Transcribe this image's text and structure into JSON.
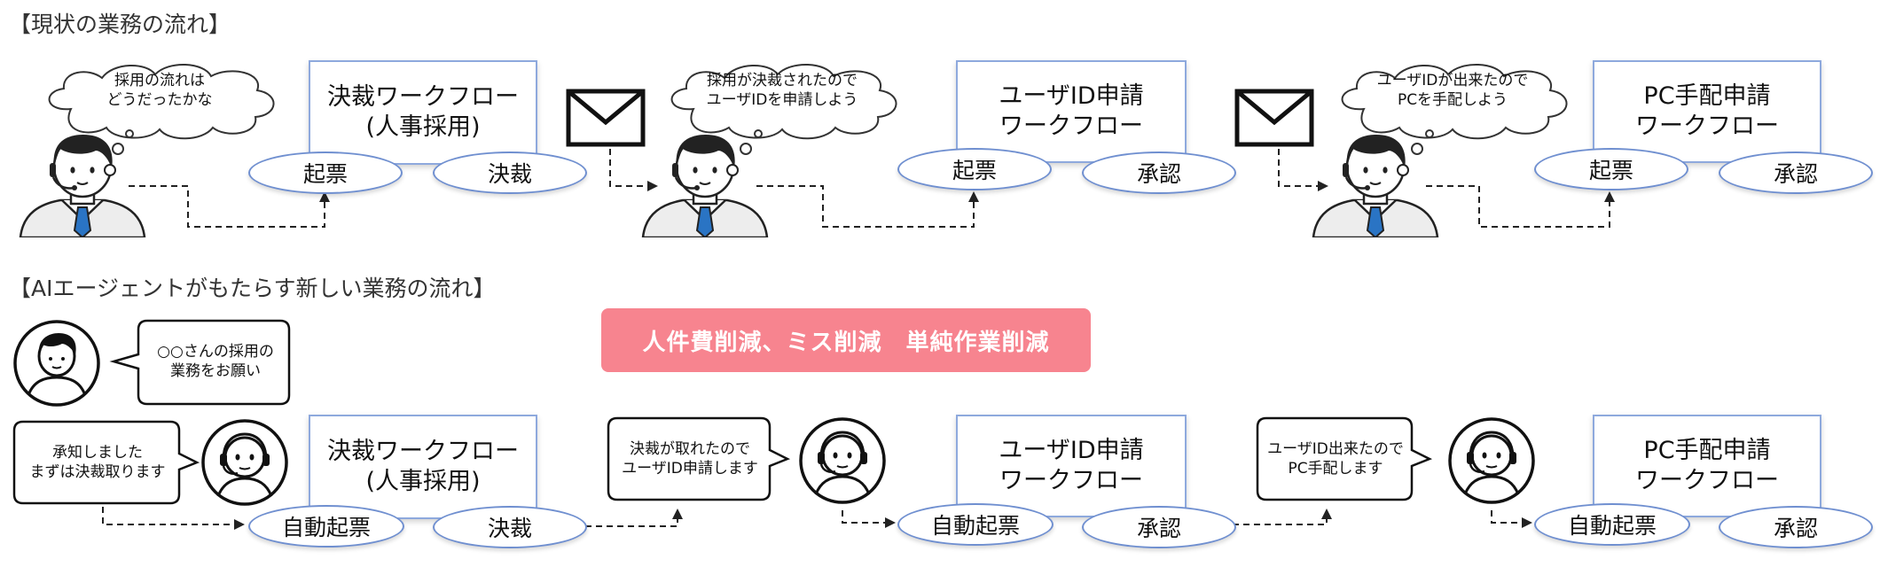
{
  "sections": {
    "current_title": "【現状の業務の流れ】",
    "ai_title": "【AIエージェントがもたらす新しい業務の流れ】"
  },
  "colors": {
    "box_border": "#8ea9dd",
    "oval_border": "#6f8fd0",
    "banner_bg": "#f7848f",
    "line": "#222222"
  },
  "current": {
    "thoughts": [
      "採用の流れは\nどうだったかな",
      "採用が決裁されたので\nユーザIDを申請しよう",
      "ユーザIDが出来たので\nPCを手配しよう"
    ],
    "workflows": [
      {
        "title": "決裁ワークフロー\n(人事採用)",
        "left_label": "起票",
        "right_label": "決裁"
      },
      {
        "title": "ユーザID申請\nワークフロー",
        "left_label": "起票",
        "right_label": "承認"
      },
      {
        "title": "PC手配申請\nワークフロー",
        "left_label": "起票",
        "right_label": "承認"
      }
    ]
  },
  "ai": {
    "banner": "人件費削減、ミス削減　単純作業削減",
    "request": "○○さんの採用の\n業務をお願い",
    "messages": [
      "承知しました\nまずは決裁取ります",
      "決裁が取れたので\nユーザID申請します",
      "ユーザID出来たので\nPC手配します"
    ],
    "workflows": [
      {
        "title": "決裁ワークフロー\n(人事採用)",
        "left_label": "自動起票",
        "right_label": "決裁"
      },
      {
        "title": "ユーザID申請\nワークフロー",
        "left_label": "自動起票",
        "right_label": "承認"
      },
      {
        "title": "PC手配申請\nワークフロー",
        "left_label": "自動起票",
        "right_label": "承認"
      }
    ]
  }
}
